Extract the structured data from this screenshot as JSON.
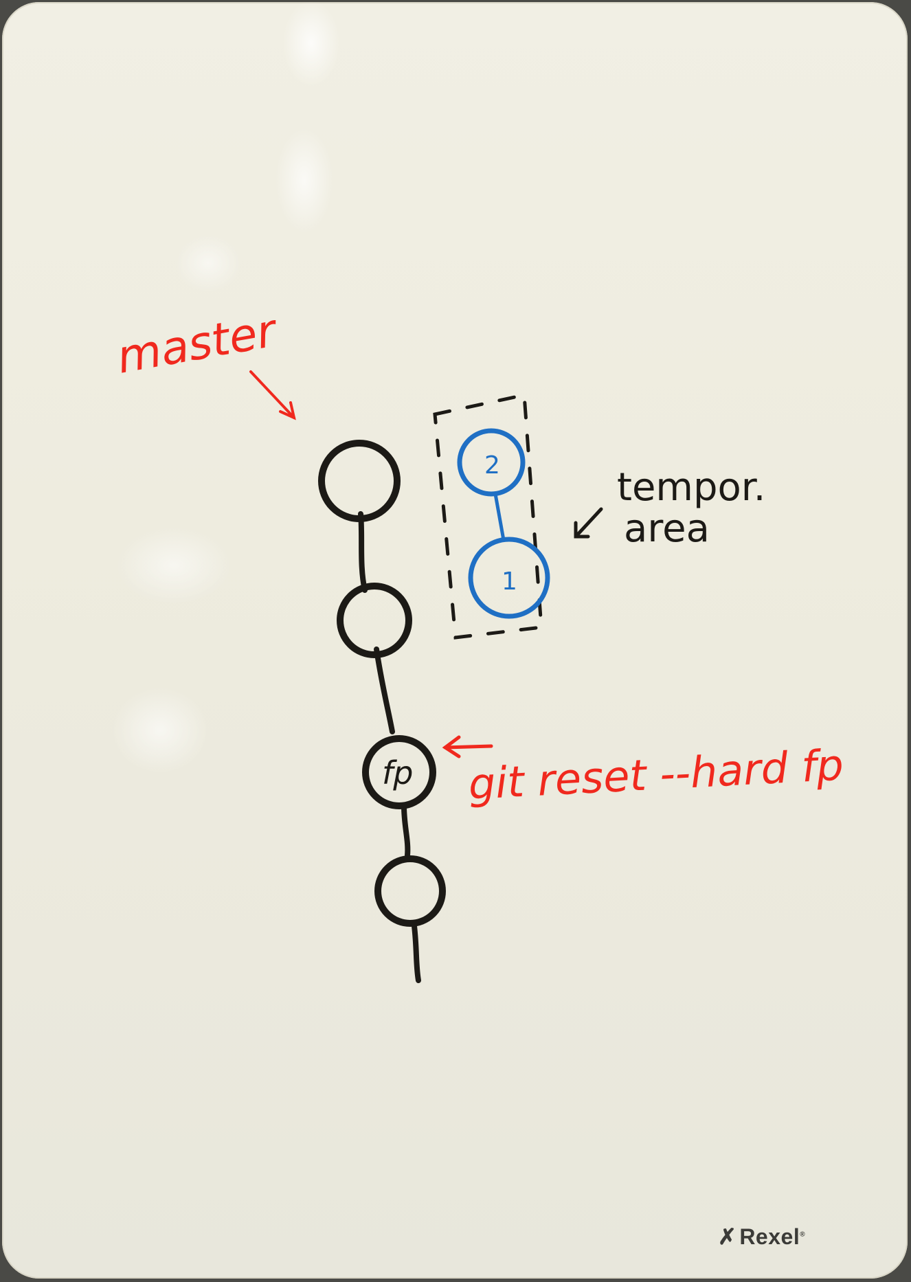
{
  "labels": {
    "branch": "master",
    "area": "tempor.\narea",
    "area_line1": "tempor.",
    "area_line2": "area",
    "reset_node": "fp",
    "command": "git reset --hard fp",
    "temp_node_top": "2",
    "temp_node_bottom": "1"
  },
  "brand": {
    "mark": "✗",
    "name": "Rexel",
    "reg": "®"
  },
  "colors": {
    "red_marker": "#f0291e",
    "black_marker": "#1c1a16",
    "blue_marker": "#1f6fc4",
    "board": "#efede2"
  }
}
